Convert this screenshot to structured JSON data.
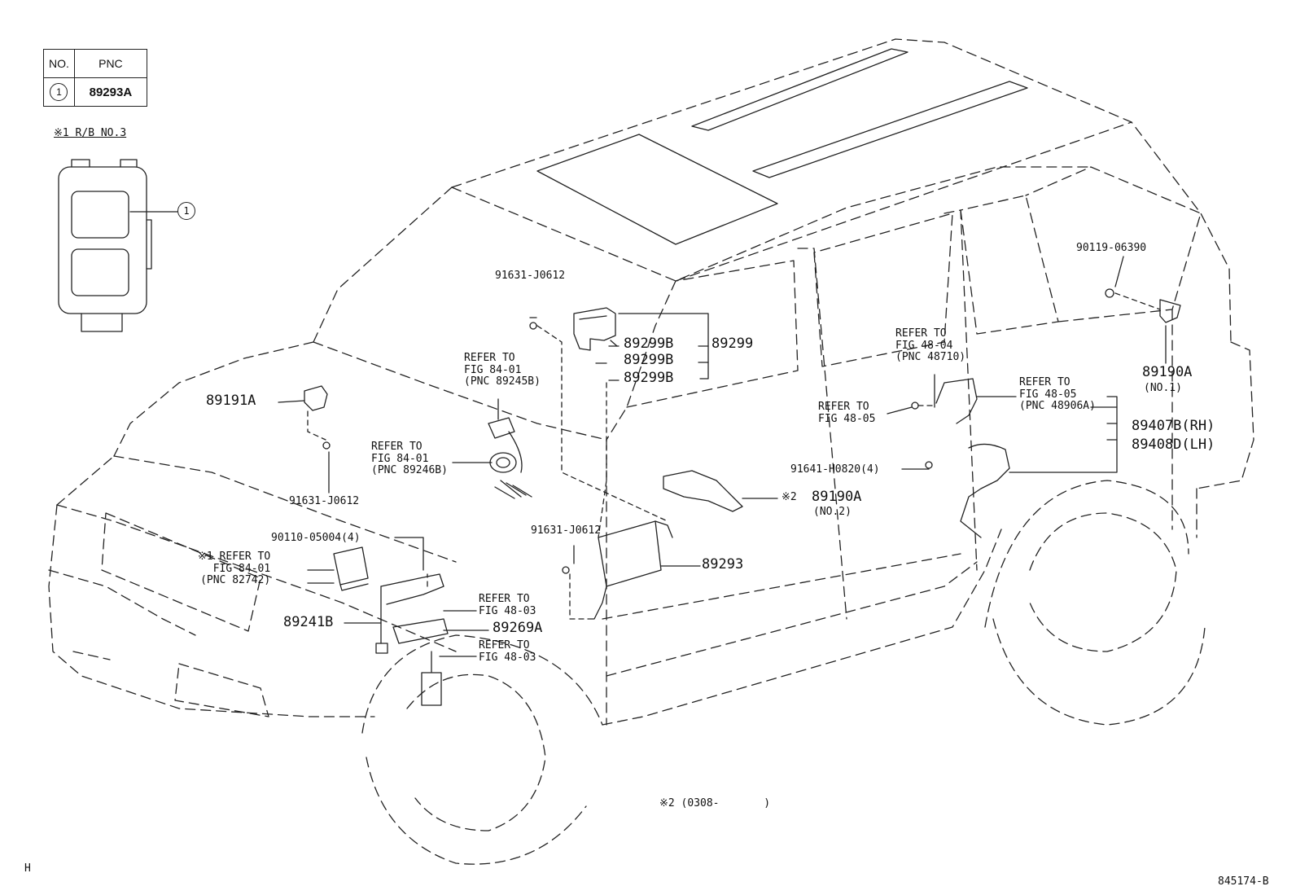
{
  "table": {
    "header_no": "NO.",
    "header_pnc": "PNC",
    "row_no": "1",
    "row_pnc": "89293A"
  },
  "rb_label": "※1 R/B NO.3",
  "callout_1": "1",
  "labels": {
    "p91631_top": "91631-J0612",
    "p89299b_1": "89299B",
    "p89299b_2": "89299B",
    "p89299b_3": "89299B",
    "p89299": "89299",
    "refer_8401_a": "REFER TO\nFIG 84-01\n(PNC 89245B)",
    "refer_8401_b": "REFER TO\nFIG 84-01\n(PNC 89246B)",
    "p89191a": "89191A",
    "p91631_left": "91631-J0612",
    "p90110": "90110-05004(4)",
    "refer_8401_c": "※1 REFER TO\nFIG 84-01\n(PNC 82742)",
    "p89241b": "89241B",
    "p91631_mid": "91631-J0612",
    "refer_4803_a": "REFER TO\nFIG 48-03",
    "p89269a": "89269A",
    "refer_4803_b": "REFER TO\nFIG 48-03",
    "p89293": "89293",
    "refer_4805_a": "REFER TO\nFIG 48-05",
    "p91641": "91641-H0820(4)",
    "p89190a_no2_mark": "※2",
    "p89190a_no2": "89190A",
    "p89190a_no2_sub": "(NO.2)",
    "refer_4804": "REFER TO\nFIG 48-04\n(PNC 48710)",
    "refer_4805_b": "REFER TO\nFIG 48-05\n(PNC 48906A)",
    "p90119": "90119-06390",
    "p89190a_no1": "89190A",
    "p89190a_no1_sub": "(NO.1)",
    "p89407b": "89407B(RH)",
    "p89408d": "89408D(LH)",
    "note2": "※2 (0308-       )",
    "corner_h": "H",
    "fig_code": "845174-B"
  }
}
